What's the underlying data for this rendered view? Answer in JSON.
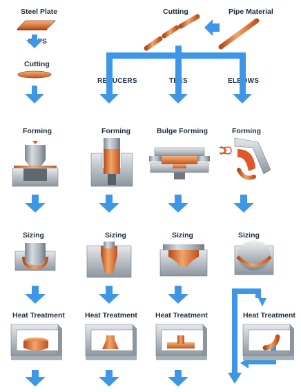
{
  "colors": {
    "arrow": "#3d97e6",
    "copper": "#d4672a",
    "copper_light": "#f0a468",
    "steel": "#9aa3ad",
    "steel_dark": "#6f7882",
    "steel_light": "#dfe3e7",
    "text": "#1e2a3a"
  },
  "labels": {
    "steel_plate": "Steel Plate",
    "caps": "CAPS",
    "cutting_left": "Cutting",
    "cutting_top": "Cutting",
    "pipe_material": "Pipe Material",
    "reducers": "REDUCERS",
    "tees": "TEES",
    "elbows": "ELBOWS",
    "forming_1": "Forming",
    "forming_2": "Forming",
    "bulge_forming": "Bulge Forming",
    "forming_4": "Forming",
    "sizing_1": "Sizing",
    "sizing_2": "Sizing",
    "sizing_3": "Sizing",
    "sizing_4": "Sizing",
    "heat_1": "Heat Treatment",
    "heat_2": "Heat Treatment",
    "heat_3": "Heat Treatment",
    "heat_4": "Heat Treatment"
  }
}
